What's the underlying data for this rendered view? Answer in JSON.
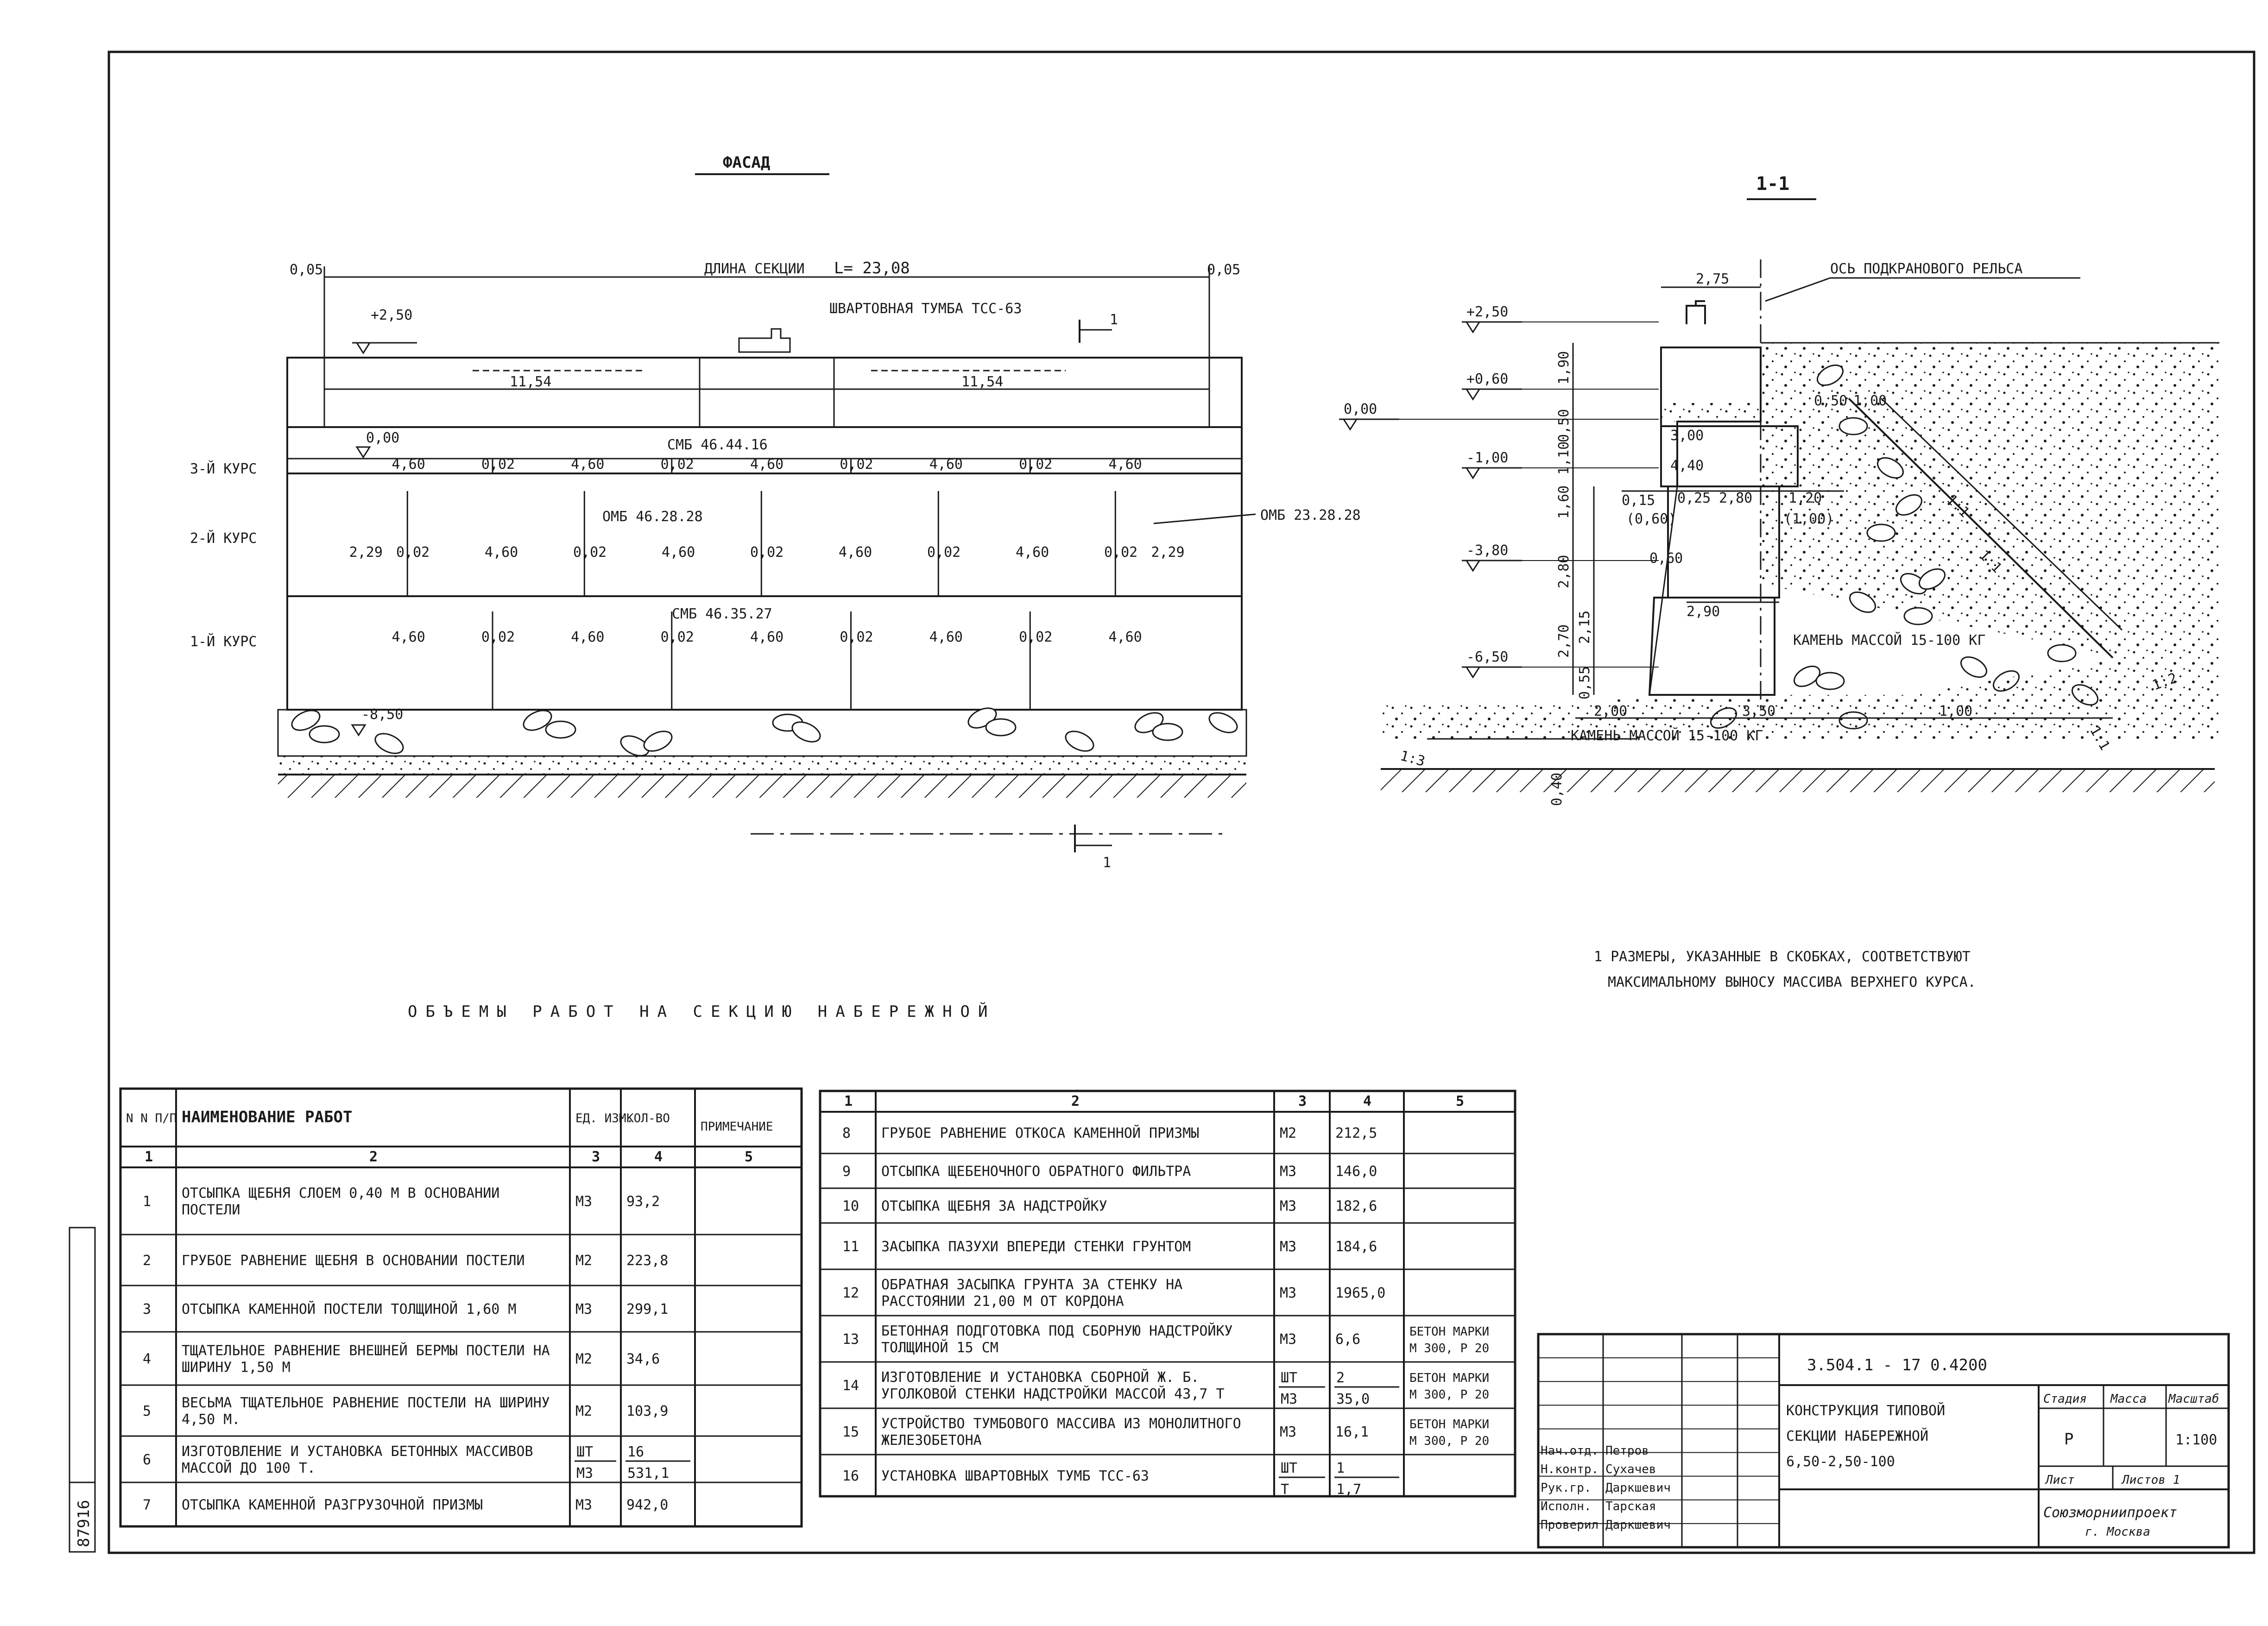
{
  "facade": {
    "title": "ФАСАД",
    "section_length_label": "ДЛИНА СЕКЦИИ",
    "section_length_value": "L= 23,08",
    "gap_left": "0,05",
    "gap_right": "0,05",
    "bollard_label": "ШВАРТОВНАЯ ТУМБА ТСС-63",
    "cut_mark": "1",
    "elevations": {
      "top": "+2,50",
      "datum": "0,00",
      "bottom": "-8,50"
    },
    "beam_lengths": [
      "11,54",
      "11,54"
    ],
    "courses": [
      {
        "label": "3-Й КУРС",
        "block": "СМБ 46.44.16",
        "dims": [
          "4,60",
          "0,02",
          "4,60",
          "0,02",
          "4,60",
          "0,02",
          "4,60",
          "0,02",
          "4,60"
        ]
      },
      {
        "label": "2-Й КУРС",
        "block": "ОМБ 46.28.28",
        "end_block": "ОМБ 23.28.28",
        "dims": [
          "2,29",
          "0,02",
          "4,60",
          "0,02",
          "4,60",
          "0,02",
          "4,60",
          "0,02",
          "4,60",
          "0,02",
          "2,29"
        ]
      },
      {
        "label": "1-Й КУРС",
        "block": "СМБ 46.35.27",
        "dims": [
          "4,60",
          "0,02",
          "4,60",
          "0,02",
          "4,60",
          "0,02",
          "4,60",
          "0,02",
          "4,60"
        ]
      }
    ]
  },
  "section": {
    "title": "1-1",
    "rail_axis": "ОСЬ ПОДКРАНОВОГО РЕЛЬСА",
    "top_width": "2,75",
    "elevations": [
      "+2,50",
      "+0,60",
      "0,00",
      "-1,00",
      "-3,80",
      "-6,50"
    ],
    "heights": [
      "1,90",
      "0,50",
      "1,10",
      "1,60",
      "2,80",
      "2,70",
      "2,15",
      "0,55",
      "0,40"
    ],
    "dims": [
      "3,00",
      "4,40",
      "0,15",
      "0,25",
      "2,80",
      "1,20",
      "0,60",
      "(0,60)",
      "(1,00)",
      "2,90",
      "0,50",
      "1,00"
    ],
    "base_dims": [
      "2,00",
      "3,50",
      "1,00"
    ],
    "slopes": [
      "1:1",
      "1:1",
      "1:2",
      "1:3",
      "1:1"
    ],
    "stone_top": "КАМЕНЬ МАССОЙ 15-100 КГ",
    "stone_bottom": "КАМЕНЬ МАССОЙ 15-100 КГ"
  },
  "note": {
    "line1": "1 РАЗМЕРЫ, УКАЗАННЫЕ В СКОБКАХ, СООТВЕТСТВУЮТ",
    "line2": "МАКСИМАЛЬНОМУ ВЫНОСУ МАССИВА ВЕРХНЕГО КУРСА."
  },
  "volumes_title": "ОБЪЕМЫ РАБОТ НА СЕКЦИЮ НАБЕРЕЖНОЙ",
  "table_left": {
    "headers": [
      "N N П/П",
      "НАИМЕНОВАНИЕ РАБОТ",
      "ЕД. ИЗМ.",
      "КОЛ-ВО",
      "ПРИМЕЧАНИЕ"
    ],
    "col_numbers": [
      "1",
      "2",
      "3",
      "4",
      "5"
    ],
    "rows": [
      [
        "1",
        "ОТСЫПКА ЩЕБНЯ СЛОЕМ 0,40 М В ОСНОВАНИИ ПОСТЕЛИ",
        "М3",
        "93,2",
        ""
      ],
      [
        "2",
        "ГРУБОЕ РАВНЕНИЕ ЩЕБНЯ В ОСНОВАНИИ ПОСТЕЛИ",
        "М2",
        "223,8",
        ""
      ],
      [
        "3",
        "ОТСЫПКА КАМЕННОЙ ПОСТЕЛИ ТОЛЩИНОЙ 1,60 М",
        "М3",
        "299,1",
        ""
      ],
      [
        "4",
        "ТЩАТЕЛЬНОЕ РАВНЕНИЕ ВНЕШНЕЙ БЕРМЫ ПОСТЕЛИ НА ШИРИНУ 1,50 М",
        "М2",
        "34,6",
        ""
      ],
      [
        "5",
        "ВЕСЬМА ТЩАТЕЛЬНОЕ РАВНЕНИЕ ПОСТЕЛИ НА ШИРИНУ 4,50 М.",
        "М2",
        "103,9",
        ""
      ],
      [
        "6",
        "ИЗГОТОВЛЕНИЕ И УСТАНОВКА БЕТОННЫХ МАССИВОВ МАССОЙ ДО 100 Т.",
        "ШТ / М3",
        "16 / 531,1",
        ""
      ],
      [
        "7",
        "ОТСЫПКА КАМЕННОЙ РАЗГРУЗОЧНОЙ ПРИЗМЫ",
        "М3",
        "942,0",
        ""
      ]
    ]
  },
  "table_right": {
    "col_numbers": [
      "1",
      "2",
      "3",
      "4",
      "5"
    ],
    "rows": [
      [
        "8",
        "ГРУБОЕ РАВНЕНИЕ ОТКОСА КАМЕННОЙ ПРИЗМЫ",
        "М2",
        "212,5",
        ""
      ],
      [
        "9",
        "ОТСЫПКА ЩЕБЕНОЧНОГО ОБРАТНОГО ФИЛЬТРА",
        "М3",
        "146,0",
        ""
      ],
      [
        "10",
        "ОТСЫПКА ЩЕБНЯ ЗА НАДСТРОЙКУ",
        "М3",
        "182,6",
        ""
      ],
      [
        "11",
        "ЗАСЫПКА ПАЗУХИ ВПЕРЕДИ СТЕНКИ ГРУНТОМ",
        "М3",
        "184,6",
        ""
      ],
      [
        "12",
        "ОБРАТНАЯ ЗАСЫПКА ГРУНТА ЗА СТЕНКУ НА РАССТОЯНИИ 21,00 М ОТ КОРДОНА",
        "М3",
        "1965,0",
        ""
      ],
      [
        "13",
        "БЕТОННАЯ ПОДГОТОВКА ПОД СБОРНУЮ НАДСТРОЙКУ ТОЛЩИНОЙ 15 СМ",
        "М3",
        "6,6",
        "БЕТОН МАРКИ М 300, Р 20"
      ],
      [
        "14",
        "ИЗГОТОВЛЕНИЕ И УСТАНОВКА СБОРНОЙ Ж. Б. УГОЛКОВОЙ СТЕНКИ НАДСТРОЙКИ МАССОЙ 43,7 Т",
        "ШТ / М3",
        "2 / 35,0",
        "БЕТОН МАРКИ М 300, Р 20"
      ],
      [
        "15",
        "УСТРОЙСТВО ТУМБОВОГО МАССИВА ИЗ МОНОЛИТНОГО ЖЕЛЕЗОБЕТОНА",
        "М3",
        "16,1",
        "БЕТОН МАРКИ М 300, Р 20"
      ],
      [
        "16",
        "УСТАНОВКА ШВАРТОВНЫХ ТУМБ ТСС-63",
        "ШТ / Т",
        "1 / 1,7",
        ""
      ]
    ]
  },
  "title_block": {
    "code": "3.504.1 - 17     0.4200",
    "name1": "КОНСТРУКЦИЯ ТИПОВОЙ",
    "name2": "СЕКЦИИ НАБЕРЕЖНОЙ",
    "name3": "6,50-2,50-100",
    "stage_h": "Стадия",
    "mass_h": "Масса",
    "scale_h": "Масштаб",
    "stage": "Р",
    "scale": "1:100",
    "sheet": "Лист",
    "sheets": "Листов 1",
    "org1": "Союзморниипроект",
    "org2": "г. Москва",
    "roles": [
      {
        "role": "Нач.отд.",
        "name": "Петров"
      },
      {
        "role": "Н.контр.",
        "name": "Сухачев"
      },
      {
        "role": "Рук.гр.",
        "name": "Даркшевич"
      },
      {
        "role": "Исполн.",
        "name": "Тарская"
      },
      {
        "role": "Проверил",
        "name": "Даркшевич"
      }
    ],
    "archive": "87916"
  }
}
